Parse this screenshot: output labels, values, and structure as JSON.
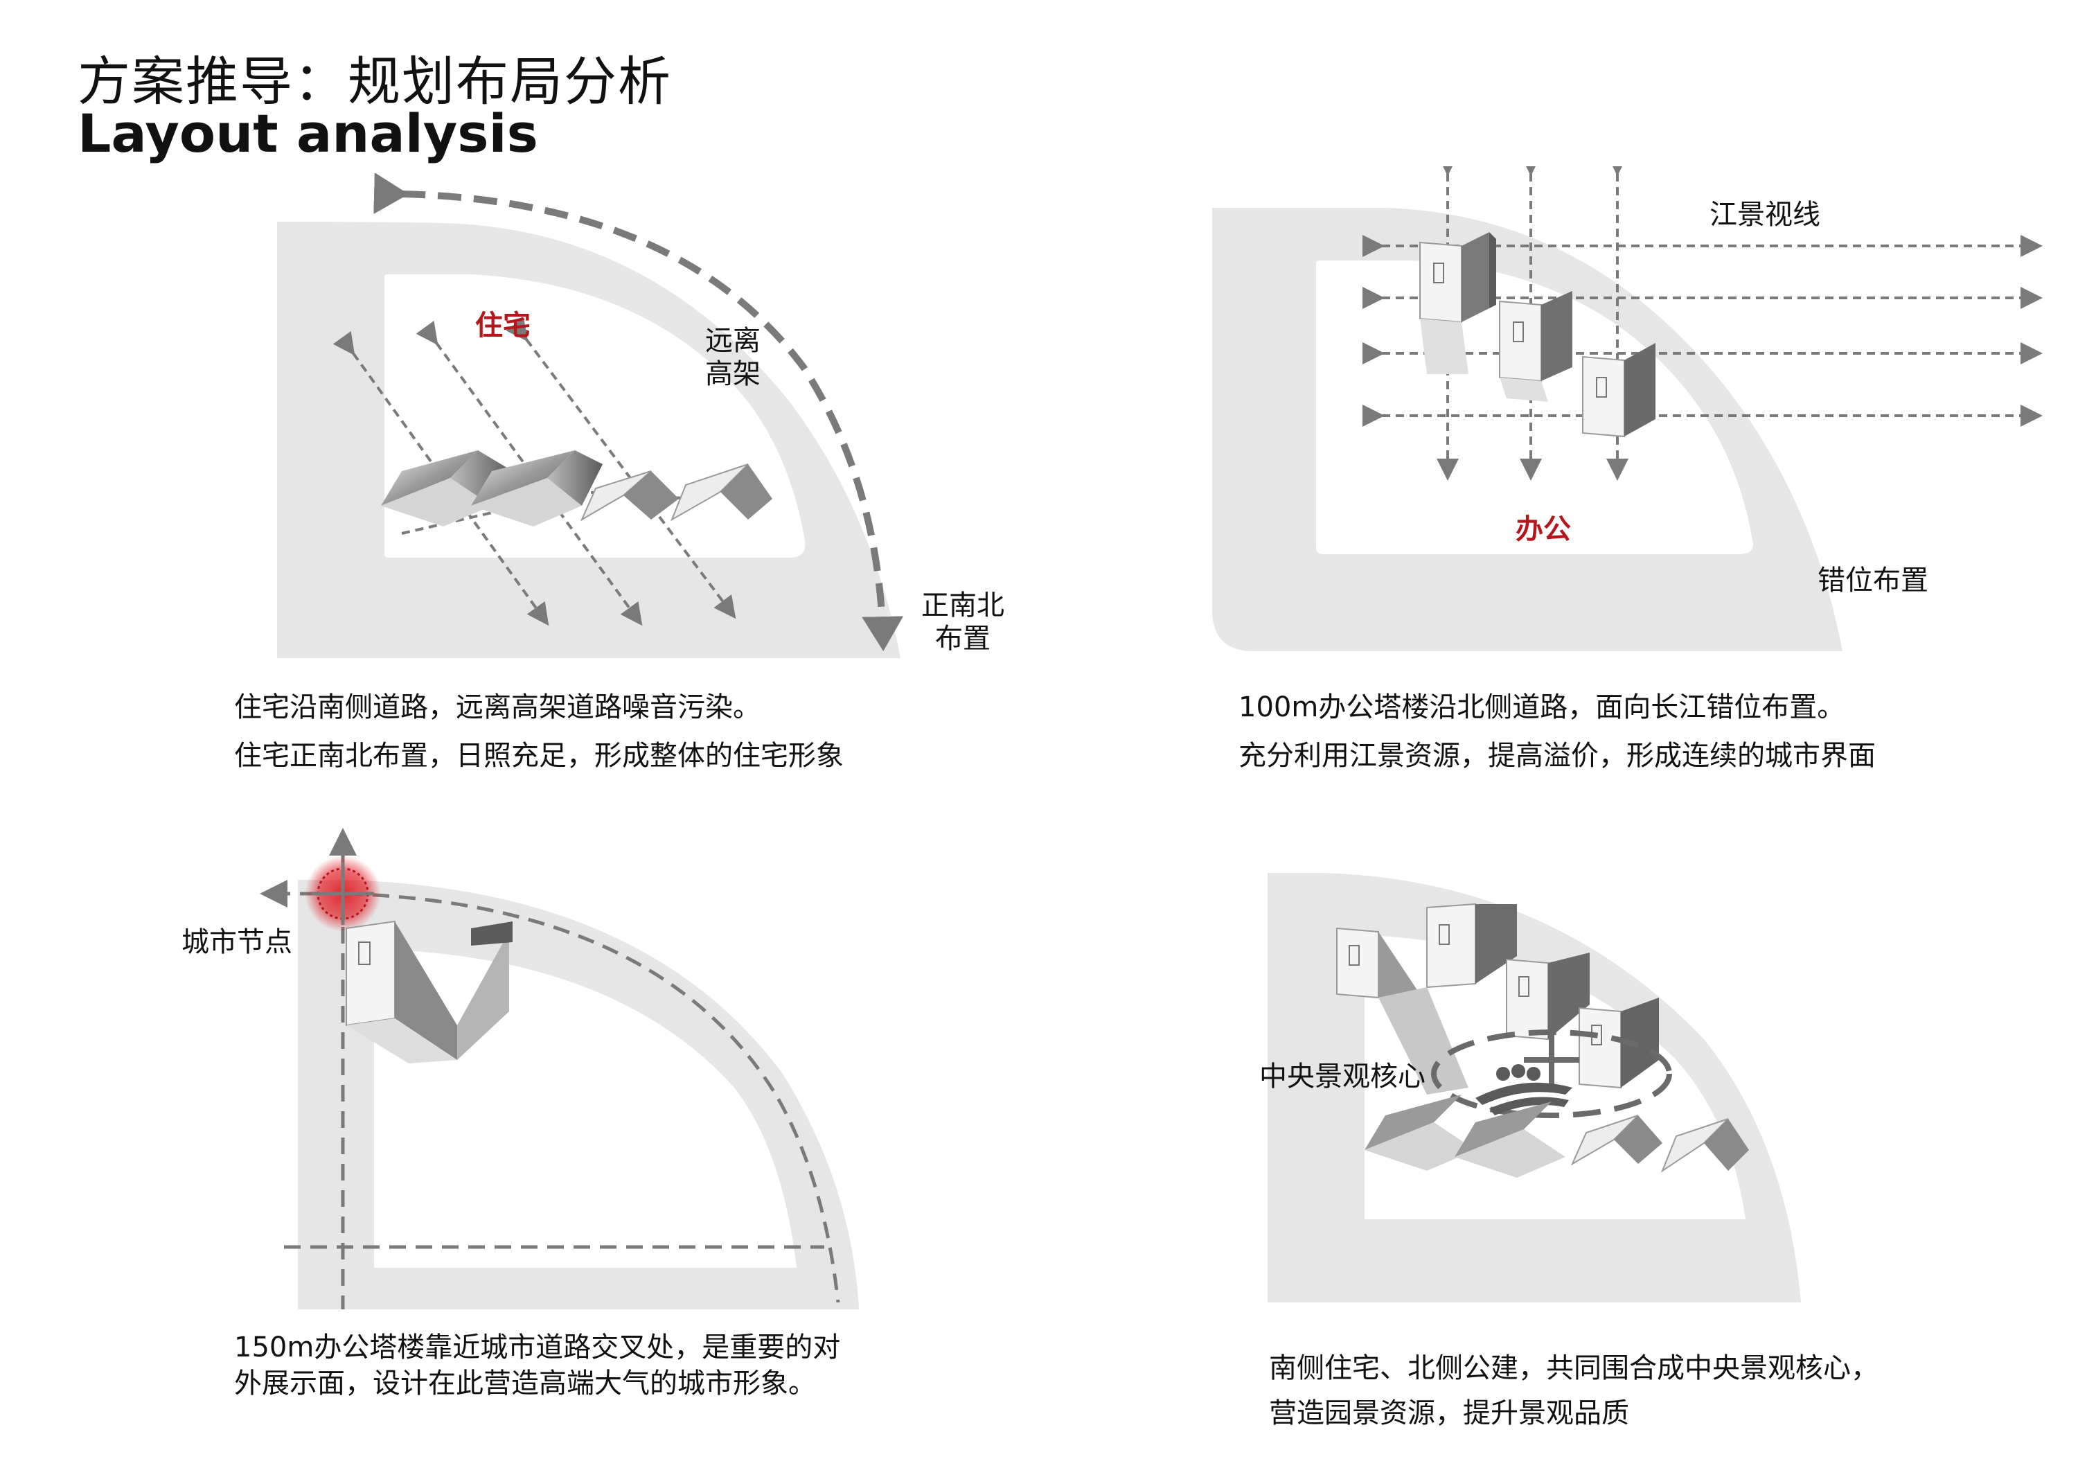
{
  "header": {
    "title_cn": "方案推导：规划布局分析",
    "title_en": "Layout analysis"
  },
  "panels": {
    "residential": {
      "label": "住宅",
      "note_far": [
        "远离",
        "高架"
      ],
      "note_orient": [
        "正南北",
        "布置"
      ],
      "caption": [
        "住宅沿南侧道路，远离高架道路噪音污染。",
        "住宅正南北布置，日照充足，形成整体的住宅形象"
      ]
    },
    "office": {
      "label": "办公",
      "note_view": "江景视线",
      "note_stagger": "错位布置",
      "caption": [
        "100m办公塔楼沿北侧道路，面向长江错位布置。",
        "充分利用江景资源，提高溢价，形成连续的城市界面"
      ]
    },
    "node": {
      "label": "城市节点",
      "caption": [
        "150m办公塔楼靠近城市道路交叉处，是重要的对",
        "外展示面，设计在此营造高端大气的城市形象。"
      ]
    },
    "landscape": {
      "label": "中央景观核心",
      "caption": [
        "南侧住宅、北侧公建，共同围合成中央景观核心，",
        "营造园景资源，提升景观品质"
      ]
    }
  },
  "colors": {
    "road": "#e6e6e6",
    "arrow": "#7a7a7a",
    "accent_red": "#b3161b",
    "node_red": "#e0161e"
  }
}
